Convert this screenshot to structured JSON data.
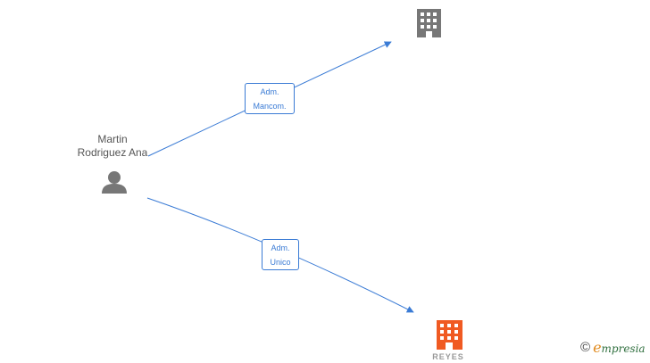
{
  "nodes": {
    "person": {
      "name_line1": "Martin",
      "name_line2": "Rodriguez Ana",
      "icon": "person-icon",
      "color": "#777777"
    },
    "company_top": {
      "icon": "building-icon",
      "color": "#777777"
    },
    "company_bottom": {
      "icon": "building-icon",
      "color": "#f05a22",
      "label_partial": "REYES"
    }
  },
  "edges": [
    {
      "from": "person",
      "to": "company_top",
      "label_line1": "Adm.",
      "label_line2": "Mancom."
    },
    {
      "from": "person",
      "to": "company_bottom",
      "label_line1": "Adm.",
      "label_line2": "Unico"
    }
  ],
  "colors": {
    "edge": "#3a7bd5"
  },
  "watermark": {
    "copyright_symbol": "©",
    "brand_initial": "e",
    "brand_rest": "mpresia"
  }
}
